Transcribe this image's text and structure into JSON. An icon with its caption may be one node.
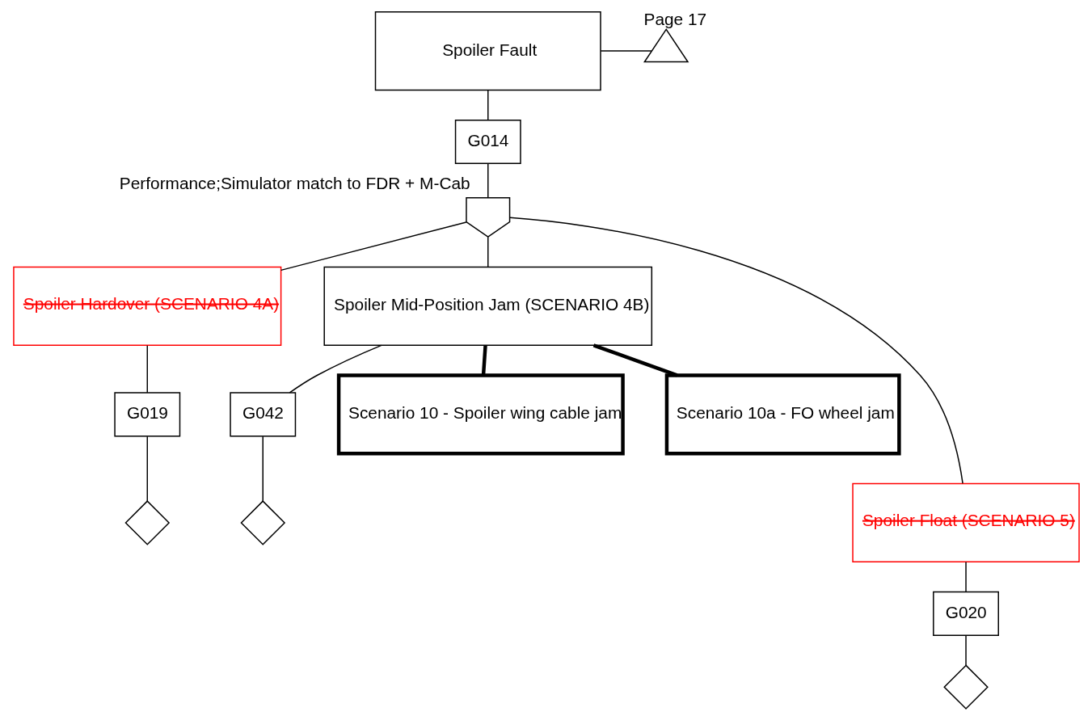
{
  "diagram": {
    "nodes": [
      {
        "text": [
          "Spoiler Fault"
        ]
      },
      {
        "text": [
          "G014"
        ]
      },
      {
        "text": [],
        "shape": "gate",
        "beside": [
          "Performance;Simulator match to FDR + M-Cab"
        ]
      },
      {
        "text": [],
        "shape": "triangle",
        "beside": [
          "Page 17"
        ]
      },
      {
        "text": [
          "Spoiler Hardover (SCENARIO 4A)"
        ]
      },
      {
        "text": [
          "Spoiler Mid-Position Jam (SCENARIO 4B)"
        ]
      },
      {
        "text": [
          "G019"
        ]
      },
      {
        "text": [],
        "shape": "diamond"
      },
      {
        "text": [
          "G042"
        ]
      },
      {
        "text": [],
        "shape": "diamond"
      },
      {
        "text": [
          "Spoiler Float (SCENARIO 5)"
        ]
      },
      {
        "text": [
          "G020"
        ]
      },
      {
        "text": [],
        "shape": "diamond"
      },
      {
        "text": [
          "Scenario 10 - Spoiler wing cable jam"
        ]
      },
      {
        "text": [
          "Scenario 10a - FO wheel jam"
        ]
      }
    ],
    "edges": [
      {
        "from": 0,
        "to": 3,
        "arrow": "none"
      },
      {
        "from": 0,
        "to": 1,
        "arrow": "none"
      },
      {
        "from": 1,
        "to": 2,
        "arrow": "none"
      },
      {
        "from": 2,
        "to": 4,
        "arrow": "none"
      },
      {
        "from": 2,
        "to": 5,
        "arrow": "none"
      },
      {
        "from": 2,
        "to": 10,
        "arrow": "none"
      },
      {
        "from": 4,
        "to": 6,
        "arrow": "none"
      },
      {
        "from": 6,
        "to": 7,
        "arrow": "none"
      },
      {
        "from": 5,
        "to": 8,
        "arrow": "none"
      },
      {
        "from": 8,
        "to": 9,
        "arrow": "none"
      },
      {
        "from": 10,
        "to": 11,
        "arrow": "none"
      },
      {
        "from": 11,
        "to": 12,
        "arrow": "none"
      },
      {
        "from": 5,
        "to": 13,
        "arrow": "none",
        "style": "thick"
      },
      {
        "from": 5,
        "to": 14,
        "arrow": "none",
        "style": "thick"
      }
    ]
  }
}
